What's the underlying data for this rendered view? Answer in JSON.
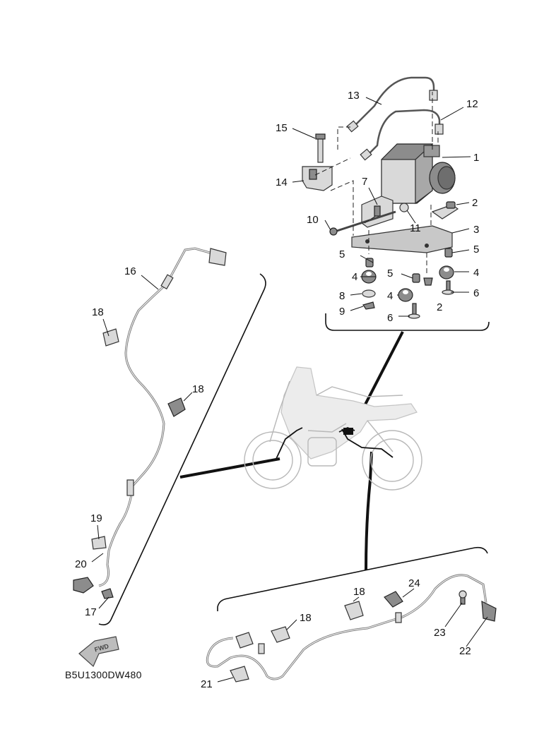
{
  "diagram": {
    "drawing_code": "B5U1300DW480",
    "fwd_label": "FWD",
    "callouts": {
      "c1": "1",
      "c2a": "2",
      "c2b": "2",
      "c3": "3",
      "c4a": "4",
      "c4b": "4",
      "c4c": "4",
      "c5a": "5",
      "c5b": "5",
      "c5c": "5",
      "c6a": "6",
      "c6b": "6",
      "c7": "7",
      "c8": "8",
      "c9": "9",
      "c10": "10",
      "c11": "11",
      "c12": "12",
      "c13": "13",
      "c14": "14",
      "c15": "15",
      "c16": "16",
      "c17": "17",
      "c18a": "18",
      "c18b": "18",
      "c18c": "18",
      "c18d": "18",
      "c19": "19",
      "c20": "20",
      "c21": "21",
      "c22": "22",
      "c23": "23",
      "c24": "24"
    }
  }
}
